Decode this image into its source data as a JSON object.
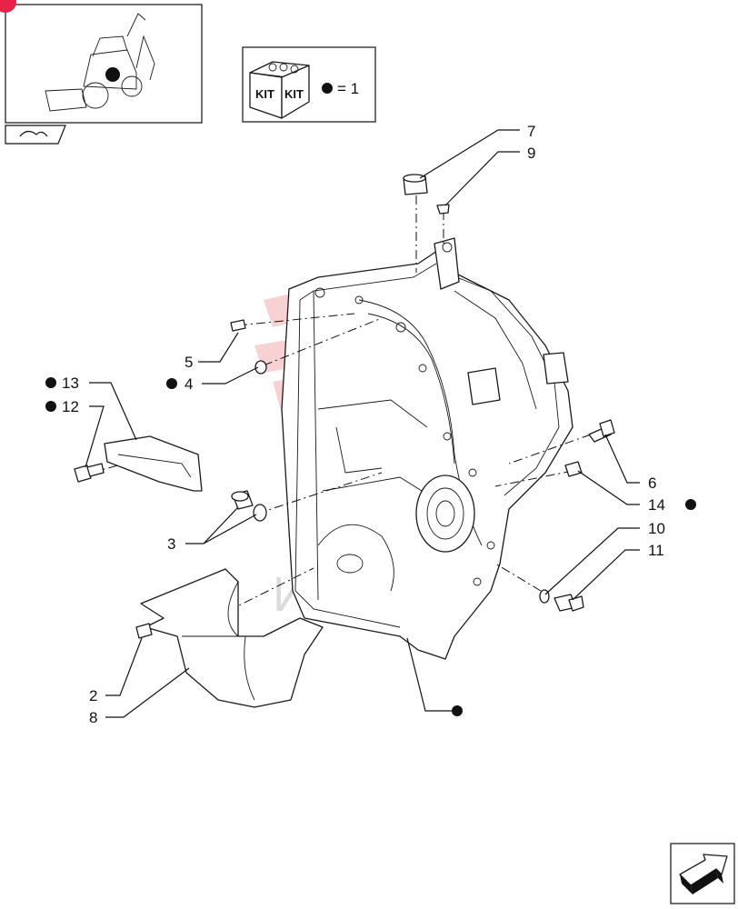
{
  "kit_legend": {
    "kit_label_left": "KIT",
    "kit_label_right": "KIT",
    "equals_text": "= 1"
  },
  "watermark": {
    "text": "ИНТЕХ"
  },
  "callouts": [
    {
      "id": "c7",
      "label": "7",
      "dot": false
    },
    {
      "id": "c9",
      "label": "9",
      "dot": false
    },
    {
      "id": "c5",
      "label": "5",
      "dot": false
    },
    {
      "id": "c4",
      "label": "4",
      "dot": true
    },
    {
      "id": "c13",
      "label": "13",
      "dot": true
    },
    {
      "id": "c12",
      "label": "12",
      "dot": true
    },
    {
      "id": "c6",
      "label": "6",
      "dot": false
    },
    {
      "id": "c14",
      "label": "14",
      "dot": true
    },
    {
      "id": "c3",
      "label": "3",
      "dot": false
    },
    {
      "id": "c10",
      "label": "10",
      "dot": false
    },
    {
      "id": "c11",
      "label": "11",
      "dot": false
    },
    {
      "id": "c2",
      "label": "2",
      "dot": false
    },
    {
      "id": "c8",
      "label": "8",
      "dot": false
    }
  ],
  "colors": {
    "line": "#111111",
    "watermark": "#e03030",
    "badge": "#e8234a"
  }
}
